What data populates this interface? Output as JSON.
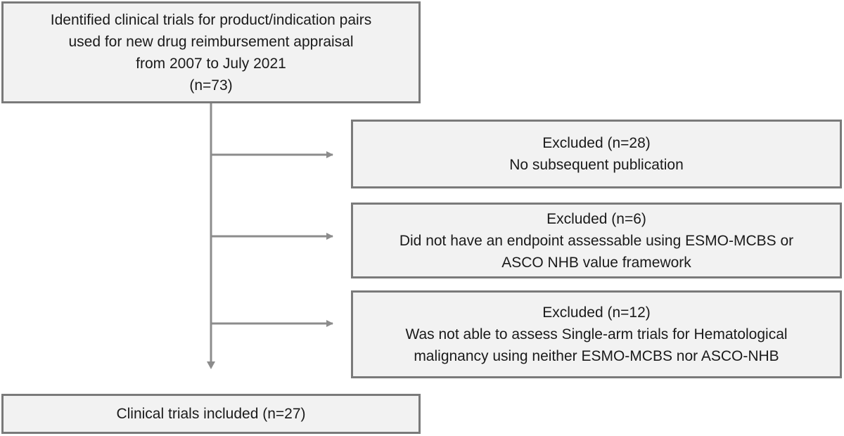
{
  "nodes": {
    "start": {
      "lines": [
        "Identified clinical trials for product/indication pairs",
        "used for new drug reimbursement appraisal",
        "from 2007 to July 2021",
        "(n=73)"
      ]
    },
    "excluded_1": {
      "lines": [
        "Excluded (n=28)",
        "No subsequent publication"
      ]
    },
    "excluded_2": {
      "lines": [
        "Excluded (n=6)",
        "Did not have an endpoint assessable using ESMO-MCBS or",
        "ASCO NHB value framework"
      ]
    },
    "excluded_3": {
      "lines": [
        "Excluded (n=12)",
        "Was not able to assess Single-arm trials for Hematological",
        "malignancy using neither ESMO-MCBS nor ASCO-NHB"
      ]
    },
    "final": {
      "lines": [
        "Clinical trials included (n=27)"
      ]
    }
  },
  "colors": {
    "box_fill": "#f2f2f2",
    "box_border": "#7a7a7a",
    "connector": "#8c8c8c",
    "text": "#1a1a1a"
  }
}
